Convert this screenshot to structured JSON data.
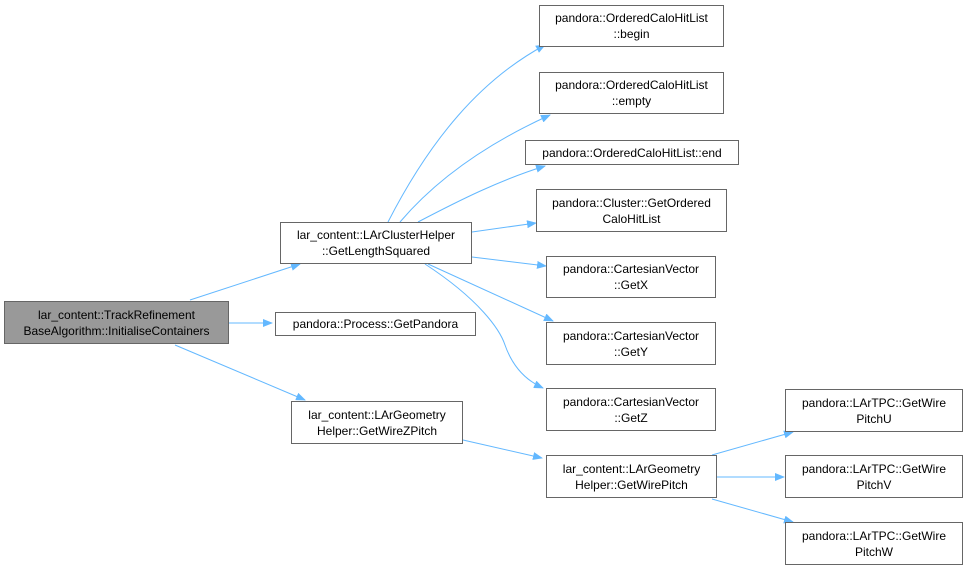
{
  "colors": {
    "edge": "#63b8ff",
    "node_border": "#666666",
    "node_fill": "#ffffff",
    "root_fill": "#999999"
  },
  "nodes": {
    "root": [
      "lar_content::TrackRefinement",
      "BaseAlgorithm::InitialiseContainers"
    ],
    "get_length_squared": [
      "lar_content::LArClusterHelper",
      "::GetLengthSquared"
    ],
    "get_pandora": [
      "pandora::Process::GetPandora"
    ],
    "get_wire_z_pitch": [
      "lar_content::LArGeometry",
      "Helper::GetWireZPitch"
    ],
    "ordered_begin": [
      "pandora::OrderedCaloHitList",
      "::begin"
    ],
    "ordered_empty": [
      "pandora::OrderedCaloHitList",
      "::empty"
    ],
    "ordered_end": [
      "pandora::OrderedCaloHitList::end"
    ],
    "get_ordered_calo": [
      "pandora::Cluster::GetOrdered",
      "CaloHitList"
    ],
    "get_x": [
      "pandora::CartesianVector",
      "::GetX"
    ],
    "get_y": [
      "pandora::CartesianVector",
      "::GetY"
    ],
    "get_z": [
      "pandora::CartesianVector",
      "::GetZ"
    ],
    "get_wire_pitch": [
      "lar_content::LArGeometry",
      "Helper::GetWirePitch"
    ],
    "pitch_u": [
      "pandora::LArTPC::GetWire",
      "PitchU"
    ],
    "pitch_v": [
      "pandora::LArTPC::GetWire",
      "PitchV"
    ],
    "pitch_w": [
      "pandora::LArTPC::GetWire",
      "PitchW"
    ]
  }
}
